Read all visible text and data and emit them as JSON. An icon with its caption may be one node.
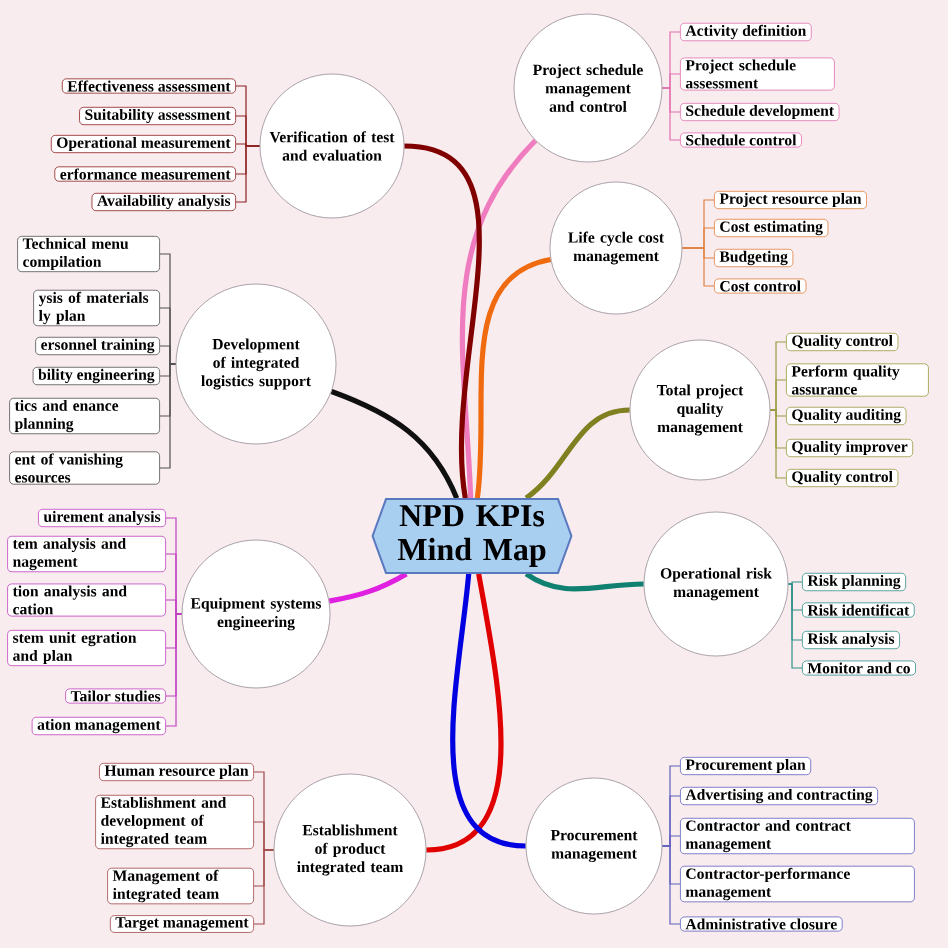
{
  "diagram": {
    "nodes": [
      {
        "text": [
          "NPD KPIs Mind Map"
        ]
      },
      {
        "text": [
          "Project schedule management and control"
        ]
      },
      {
        "text": [
          "Activity definition"
        ]
      },
      {
        "text": [
          "Project schedule assessment"
        ]
      },
      {
        "text": [
          "Schedule development"
        ]
      },
      {
        "text": [
          "Schedule control"
        ]
      },
      {
        "text": [
          "Verification of test and evaluation"
        ]
      },
      {
        "text": [
          "Effectiveness assessment"
        ]
      },
      {
        "text": [
          "Suitability assessment"
        ]
      },
      {
        "text": [
          "Operational measurement"
        ]
      },
      {
        "text": [
          "erformance measurement"
        ]
      },
      {
        "text": [
          "Availability analysis"
        ]
      },
      {
        "text": [
          "Life cycle cost management"
        ]
      },
      {
        "text": [
          "Project resource plan"
        ]
      },
      {
        "text": [
          "Cost estimating"
        ]
      },
      {
        "text": [
          "Budgeting"
        ]
      },
      {
        "text": [
          "Cost control"
        ]
      },
      {
        "text": [
          "Development of integrated logistics support"
        ]
      },
      {
        "text": [
          "Technical menu compilation"
        ]
      },
      {
        "text": [
          "ysis of materials ly plan"
        ]
      },
      {
        "text": [
          "ersonnel training"
        ]
      },
      {
        "text": [
          "bility engineering"
        ]
      },
      {
        "text": [
          "tics and enance planning"
        ]
      },
      {
        "text": [
          "ent of vanishing esources"
        ]
      },
      {
        "text": [
          "Total project quality management"
        ]
      },
      {
        "text": [
          "Quality control"
        ]
      },
      {
        "text": [
          "Perform quality assurance"
        ]
      },
      {
        "text": [
          "Quality auditing"
        ]
      },
      {
        "text": [
          "Quality improver"
        ]
      },
      {
        "text": [
          "Quality control"
        ]
      },
      {
        "text": [
          "Operational risk management"
        ]
      },
      {
        "text": [
          "Risk planning"
        ]
      },
      {
        "text": [
          "Risk identificat"
        ]
      },
      {
        "text": [
          "Risk analysis"
        ]
      },
      {
        "text": [
          "Monitor and co"
        ]
      },
      {
        "text": [
          "Equipment systems engineering"
        ]
      },
      {
        "text": [
          "uirement analysis"
        ]
      },
      {
        "text": [
          "tem analysis and nagement"
        ]
      },
      {
        "text": [
          "tion analysis and cation"
        ]
      },
      {
        "text": [
          "stem unit egration and plan"
        ]
      },
      {
        "text": [
          "Tailor studies"
        ]
      },
      {
        "text": [
          "ation management"
        ]
      },
      {
        "text": [
          "Establishment of product integrated team"
        ]
      },
      {
        "text": [
          "Human resource plan"
        ]
      },
      {
        "text": [
          "Establishment and development of integrated team"
        ]
      },
      {
        "text": [
          "Management of integrated team"
        ]
      },
      {
        "text": [
          "Target management"
        ]
      },
      {
        "text": [
          "Procurement management"
        ]
      },
      {
        "text": [
          "Procurement plan"
        ]
      },
      {
        "text": [
          "Advertising and contracting"
        ]
      },
      {
        "text": [
          "Contractor and contract management"
        ]
      },
      {
        "text": [
          "Contractor-performance management"
        ]
      },
      {
        "text": [
          "Administrative closure"
        ]
      }
    ],
    "edges": [
      {
        "from": 0,
        "to": 1,
        "arrow": "none",
        "style": "thick",
        "color": "#f07cc0"
      },
      {
        "from": 1,
        "to": 2,
        "arrow": "none",
        "color": "#e070b0"
      },
      {
        "from": 1,
        "to": 3,
        "arrow": "none",
        "color": "#e070b0"
      },
      {
        "from": 1,
        "to": 4,
        "arrow": "none",
        "color": "#e070b0"
      },
      {
        "from": 1,
        "to": 5,
        "arrow": "none",
        "color": "#e070b0"
      },
      {
        "from": 0,
        "to": 6,
        "arrow": "none",
        "style": "thick",
        "color": "#800000"
      },
      {
        "from": 6,
        "to": 7,
        "arrow": "none",
        "color": "#8b2020"
      },
      {
        "from": 6,
        "to": 8,
        "arrow": "none",
        "color": "#8b2020"
      },
      {
        "from": 6,
        "to": 9,
        "arrow": "none",
        "color": "#8b2020"
      },
      {
        "from": 6,
        "to": 10,
        "arrow": "none",
        "color": "#8b2020"
      },
      {
        "from": 6,
        "to": 11,
        "arrow": "none",
        "color": "#8b2020"
      },
      {
        "from": 0,
        "to": 12,
        "arrow": "none",
        "style": "thick",
        "color": "#f06a10"
      },
      {
        "from": 12,
        "to": 13,
        "arrow": "none",
        "color": "#e08040"
      },
      {
        "from": 12,
        "to": 14,
        "arrow": "none",
        "color": "#e08040"
      },
      {
        "from": 12,
        "to": 15,
        "arrow": "none",
        "color": "#e08040"
      },
      {
        "from": 12,
        "to": 16,
        "arrow": "none",
        "color": "#e08040"
      },
      {
        "from": 0,
        "to": 17,
        "arrow": "none",
        "style": "thick",
        "color": "#101010"
      },
      {
        "from": 17,
        "to": 18,
        "arrow": "none",
        "color": "#505050"
      },
      {
        "from": 17,
        "to": 19,
        "arrow": "none",
        "color": "#505050"
      },
      {
        "from": 17,
        "to": 20,
        "arrow": "none",
        "color": "#505050"
      },
      {
        "from": 17,
        "to": 21,
        "arrow": "none",
        "color": "#505050"
      },
      {
        "from": 17,
        "to": 22,
        "arrow": "none",
        "color": "#505050"
      },
      {
        "from": 17,
        "to": 23,
        "arrow": "none",
        "color": "#505050"
      },
      {
        "from": 0,
        "to": 24,
        "arrow": "none",
        "style": "thick",
        "color": "#808020"
      },
      {
        "from": 24,
        "to": 25,
        "arrow": "none",
        "color": "#9a9a40"
      },
      {
        "from": 24,
        "to": 26,
        "arrow": "none",
        "color": "#9a9a40"
      },
      {
        "from": 24,
        "to": 27,
        "arrow": "none",
        "color": "#9a9a40"
      },
      {
        "from": 24,
        "to": 28,
        "arrow": "none",
        "color": "#9a9a40"
      },
      {
        "from": 24,
        "to": 29,
        "arrow": "none",
        "color": "#9a9a40"
      },
      {
        "from": 0,
        "to": 30,
        "arrow": "none",
        "style": "thick",
        "color": "#108070"
      },
      {
        "from": 30,
        "to": 31,
        "arrow": "none",
        "color": "#30908a"
      },
      {
        "from": 30,
        "to": 32,
        "arrow": "none",
        "color": "#30908a"
      },
      {
        "from": 30,
        "to": 33,
        "arrow": "none",
        "color": "#30908a"
      },
      {
        "from": 30,
        "to": 34,
        "arrow": "none",
        "color": "#30908a"
      },
      {
        "from": 0,
        "to": 35,
        "arrow": "none",
        "style": "thick",
        "color": "#e020e0"
      },
      {
        "from": 35,
        "to": 36,
        "arrow": "none",
        "color": "#c040c0"
      },
      {
        "from": 35,
        "to": 37,
        "arrow": "none",
        "color": "#c040c0"
      },
      {
        "from": 35,
        "to": 38,
        "arrow": "none",
        "color": "#c040c0"
      },
      {
        "from": 35,
        "to": 39,
        "arrow": "none",
        "color": "#c040c0"
      },
      {
        "from": 35,
        "to": 40,
        "arrow": "none",
        "color": "#c040c0"
      },
      {
        "from": 35,
        "to": 41,
        "arrow": "none",
        "color": "#c040c0"
      },
      {
        "from": 0,
        "to": 42,
        "arrow": "none",
        "style": "thick",
        "color": "#e00000"
      },
      {
        "from": 42,
        "to": 43,
        "arrow": "none",
        "color": "#a04848"
      },
      {
        "from": 42,
        "to": 44,
        "arrow": "none",
        "color": "#a04848"
      },
      {
        "from": 42,
        "to": 45,
        "arrow": "none",
        "color": "#a04848"
      },
      {
        "from": 42,
        "to": 46,
        "arrow": "none",
        "color": "#a04848"
      },
      {
        "from": 0,
        "to": 47,
        "arrow": "none",
        "style": "thick",
        "color": "#0000e0"
      },
      {
        "from": 47,
        "to": 48,
        "arrow": "none",
        "color": "#6060c0"
      },
      {
        "from": 47,
        "to": 49,
        "arrow": "none",
        "color": "#6060c0"
      },
      {
        "from": 47,
        "to": 50,
        "arrow": "none",
        "color": "#6060c0"
      },
      {
        "from": 47,
        "to": 51,
        "arrow": "none",
        "color": "#6060c0"
      },
      {
        "from": 47,
        "to": 52,
        "arrow": "none",
        "color": "#6060c0"
      }
    ]
  }
}
